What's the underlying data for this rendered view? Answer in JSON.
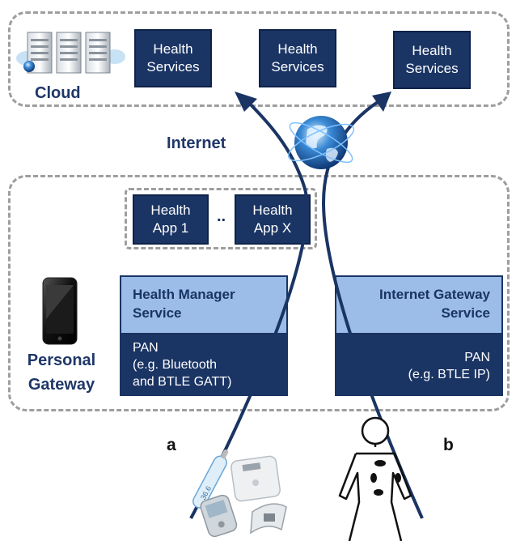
{
  "cloud": {
    "label": "Cloud",
    "services": [
      {
        "line1": "Health",
        "line2": "Services"
      },
      {
        "line1": "Health",
        "line2": "Services"
      },
      {
        "line1": "Health",
        "line2": "Services"
      }
    ]
  },
  "internet_label": "Internet",
  "gateway": {
    "label_line1": "Personal",
    "label_line2": "Gateway",
    "apps": [
      {
        "line1": "Health",
        "line2": "App 1"
      },
      {
        "line1": "Health",
        "line2": "App X"
      }
    ],
    "apps_separator": "..",
    "health_manager": {
      "line1": "Health Manager",
      "line2": "Service",
      "pan_line1": "PAN",
      "pan_line2": "(e.g. Bluetooth",
      "pan_line3": "and BTLE GATT)"
    },
    "internet_gateway": {
      "line1": "Internet Gateway",
      "line2": "Service",
      "pan_line1": "PAN",
      "pan_line2": "(e.g. BTLE IP)"
    }
  },
  "path_labels": {
    "a": "a",
    "b": "b"
  },
  "thermometer_text": "36.6",
  "colors": {
    "navy": "#1a3464",
    "light_blue": "#9bbde8",
    "dashed": "#9e9e9e"
  },
  "icons": [
    "server-stack-icon",
    "globe-icon",
    "smartphone-icon",
    "thermometer-icon",
    "scale-icon",
    "glucose-meter-icon",
    "blood-pressure-cuff-icon",
    "human-body-icon"
  ]
}
